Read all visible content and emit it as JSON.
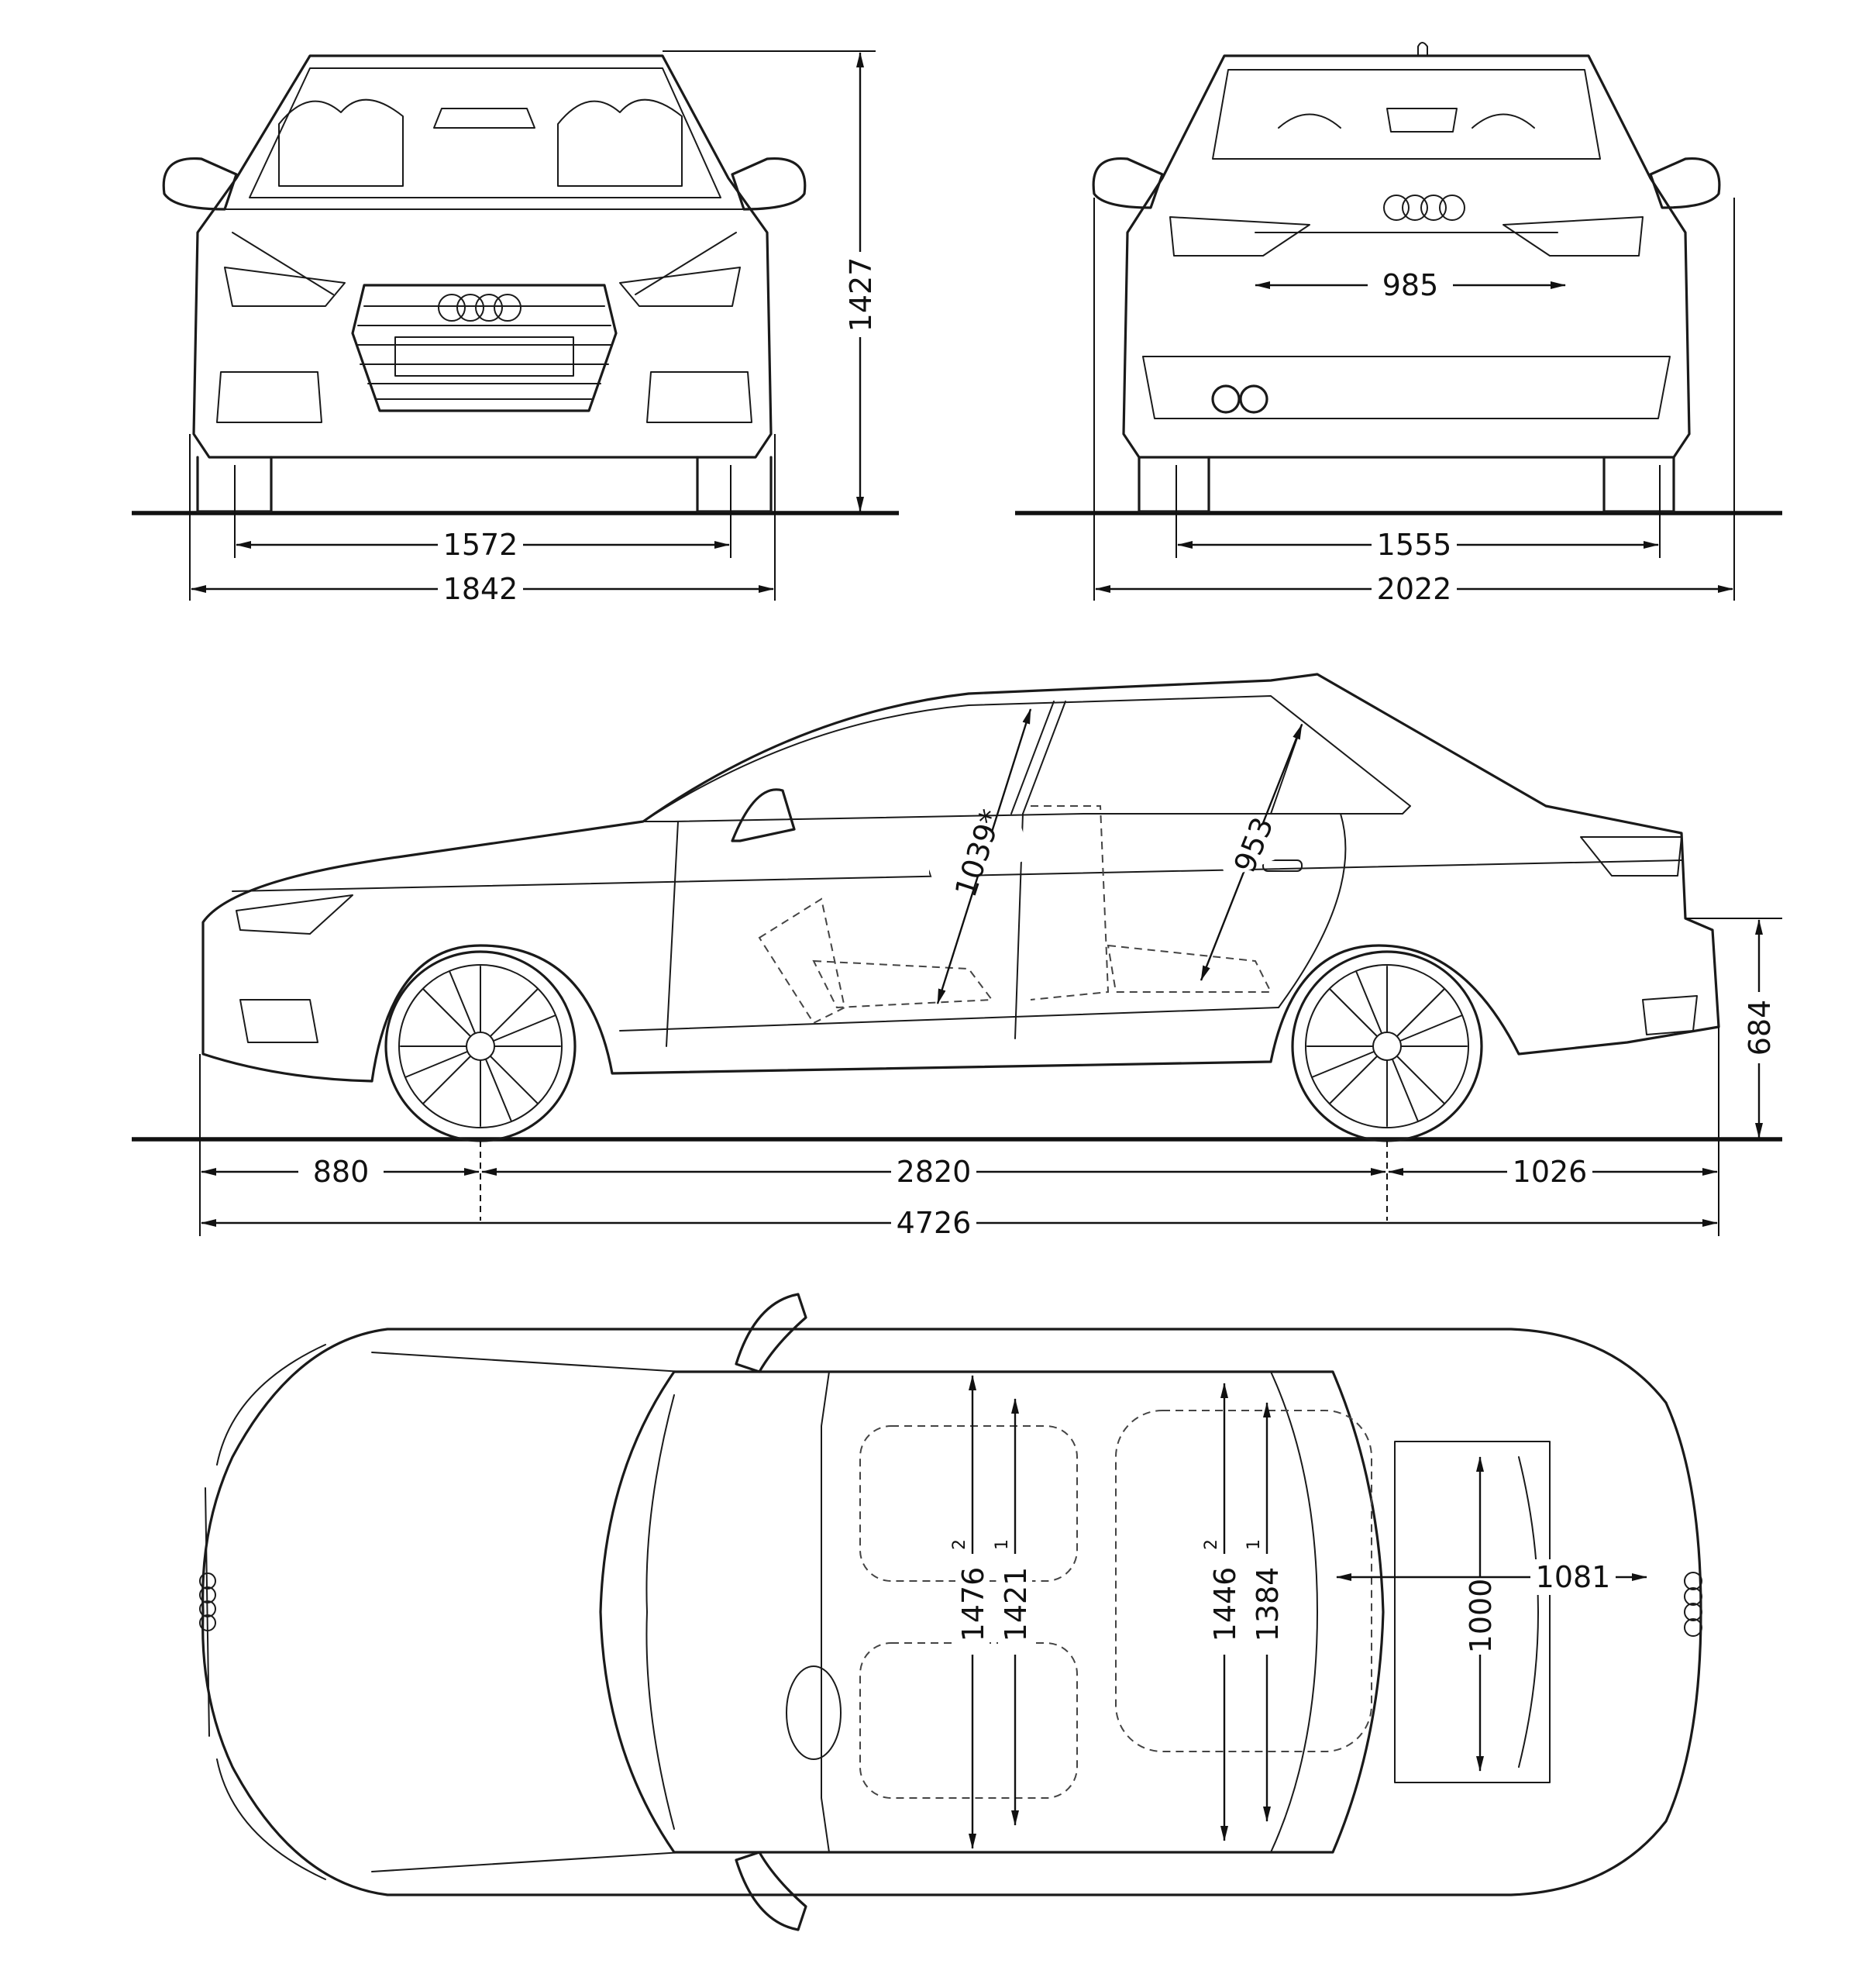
{
  "front_view": {
    "height_label": "1427",
    "track_label": "1572",
    "width_label": "1842"
  },
  "rear_view": {
    "emblem_width_label": "985",
    "track_label": "1555",
    "width_mirrors_label": "2022"
  },
  "side_view": {
    "front_headroom_label": "1039*",
    "rear_headroom_label": "953",
    "loading_sill_label": "684",
    "front_overhang_label": "880",
    "wheelbase_label": "2820",
    "rear_overhang_label": "1026",
    "length_label": "4726"
  },
  "top_view": {
    "front_shoulder_label": "1476",
    "front_shoulder_sup": "2",
    "front_elbow_label": "1421",
    "front_elbow_sup": "1",
    "rear_shoulder_label": "1446",
    "rear_shoulder_sup": "2",
    "rear_elbow_label": "1384",
    "rear_elbow_sup": "1",
    "trunk_width_label": "1000",
    "trunk_length_label": "1081"
  }
}
